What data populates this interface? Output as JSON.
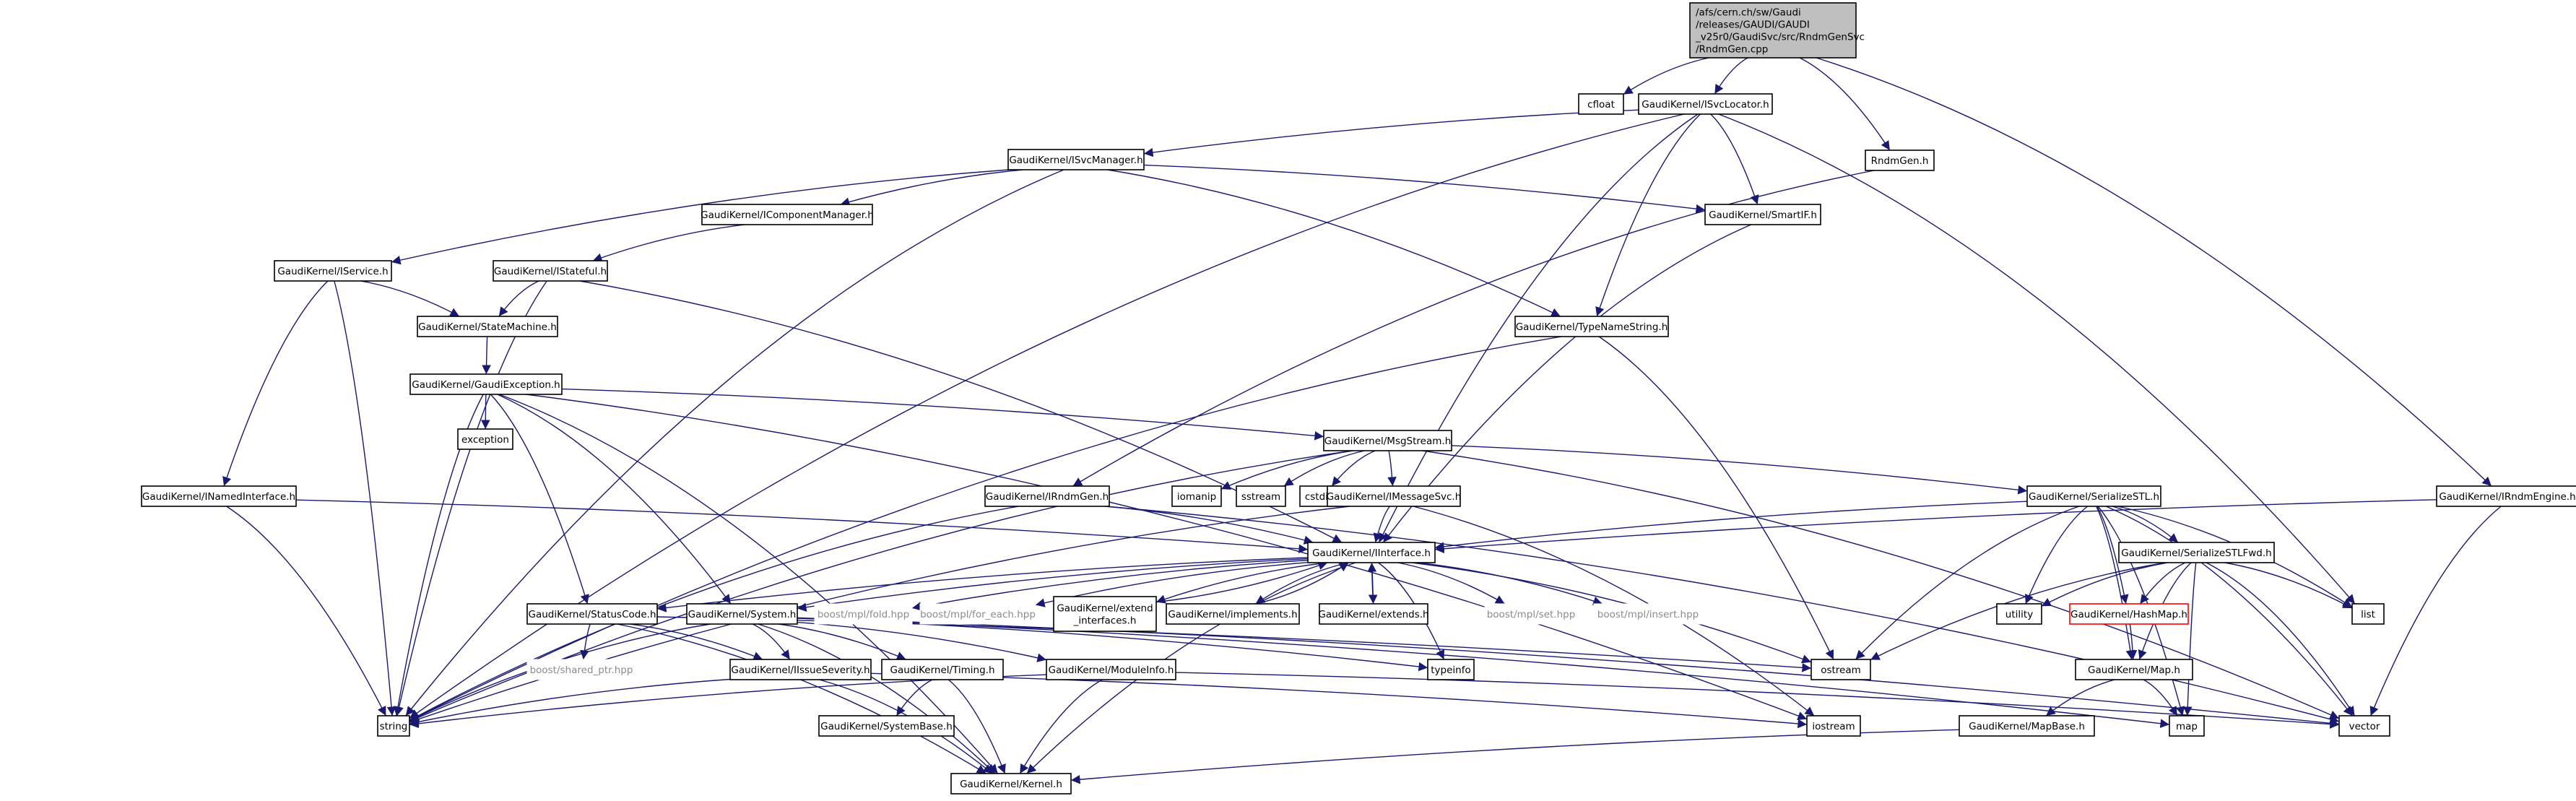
{
  "diagram": {
    "colors": {
      "edge": "#191970",
      "root_fill": "#bfbfbf",
      "node_border": "#000000",
      "missing_border": "#ff0000",
      "external_text": "#8c8c8c"
    },
    "nodes": [
      {
        "id": "root",
        "lines": [
          "/afs/cern.ch/sw/Gaudi",
          "/releases/GAUDI/GAUDI",
          "_v25r0/GaudiSvc/src/RndmGenSvc",
          "/RndmGen.cpp"
        ],
        "style": "root"
      },
      {
        "id": "cfloat",
        "lines": [
          "cfloat"
        ],
        "style": "box"
      },
      {
        "id": "isvclocator",
        "lines": [
          "GaudiKernel/ISvcLocator.h"
        ],
        "style": "box"
      },
      {
        "id": "rndmgen_h",
        "lines": [
          "RndmGen.h"
        ],
        "style": "box"
      },
      {
        "id": "isvcmanager",
        "lines": [
          "GaudiKernel/ISvcManager.h"
        ],
        "style": "box"
      },
      {
        "id": "icomponentmanager",
        "lines": [
          "GaudiKernel/IComponentManager.h"
        ],
        "style": "box"
      },
      {
        "id": "smartif",
        "lines": [
          "GaudiKernel/SmartIF.h"
        ],
        "style": "box"
      },
      {
        "id": "iservice",
        "lines": [
          "GaudiKernel/IService.h"
        ],
        "style": "box"
      },
      {
        "id": "istateful",
        "lines": [
          "GaudiKernel/IStateful.h"
        ],
        "style": "box"
      },
      {
        "id": "statemachine",
        "lines": [
          "GaudiKernel/StateMachine.h"
        ],
        "style": "box"
      },
      {
        "id": "typenamestring",
        "lines": [
          "GaudiKernel/TypeNameString.h"
        ],
        "style": "box"
      },
      {
        "id": "gaudiexception",
        "lines": [
          "GaudiKernel/GaudiException.h"
        ],
        "style": "box"
      },
      {
        "id": "exception",
        "lines": [
          "exception"
        ],
        "style": "box"
      },
      {
        "id": "msgstream",
        "lines": [
          "GaudiKernel/MsgStream.h"
        ],
        "style": "box"
      },
      {
        "id": "inamedinterface",
        "lines": [
          "GaudiKernel/INamedInterface.h"
        ],
        "style": "box"
      },
      {
        "id": "irndmgen",
        "lines": [
          "GaudiKernel/IRndmGen.h"
        ],
        "style": "box"
      },
      {
        "id": "iomanip",
        "lines": [
          "iomanip"
        ],
        "style": "box"
      },
      {
        "id": "sstream",
        "lines": [
          "sstream"
        ],
        "style": "box"
      },
      {
        "id": "cstdio",
        "lines": [
          "cstdio"
        ],
        "style": "box"
      },
      {
        "id": "imessagesvc",
        "lines": [
          "GaudiKernel/IMessageSvc.h"
        ],
        "style": "box"
      },
      {
        "id": "serializestl",
        "lines": [
          "GaudiKernel/SerializeSTL.h"
        ],
        "style": "box"
      },
      {
        "id": "irndmengine",
        "lines": [
          "GaudiKernel/IRndmEngine.h"
        ],
        "style": "box"
      },
      {
        "id": "iinterface",
        "lines": [
          "GaudiKernel/IInterface.h"
        ],
        "style": "box"
      },
      {
        "id": "serializestlfwd",
        "lines": [
          "GaudiKernel/SerializeSTLFwd.h"
        ],
        "style": "box"
      },
      {
        "id": "statuscode",
        "lines": [
          "GaudiKernel/StatusCode.h"
        ],
        "style": "box"
      },
      {
        "id": "system",
        "lines": [
          "GaudiKernel/System.h"
        ],
        "style": "box"
      },
      {
        "id": "mplfold",
        "lines": [
          "boost/mpl/fold.hpp"
        ],
        "style": "ext"
      },
      {
        "id": "mplforeach",
        "lines": [
          "boost/mpl/for_each.hpp"
        ],
        "style": "ext"
      },
      {
        "id": "extendinterfaces",
        "lines": [
          "GaudiKernel/extend",
          "_interfaces.h"
        ],
        "style": "box"
      },
      {
        "id": "implements",
        "lines": [
          "GaudiKernel/implements.h"
        ],
        "style": "box"
      },
      {
        "id": "extends",
        "lines": [
          "GaudiKernel/extends.h"
        ],
        "style": "box"
      },
      {
        "id": "mplset",
        "lines": [
          "boost/mpl/set.hpp"
        ],
        "style": "ext"
      },
      {
        "id": "mplinsert",
        "lines": [
          "boost/mpl/insert.hpp"
        ],
        "style": "ext"
      },
      {
        "id": "utility",
        "lines": [
          "utility"
        ],
        "style": "box"
      },
      {
        "id": "list",
        "lines": [
          "list"
        ],
        "style": "box"
      },
      {
        "id": "hashmap",
        "lines": [
          "GaudiKernel/HashMap.h"
        ],
        "style": "red"
      },
      {
        "id": "sharedptr",
        "lines": [
          "boost/shared_ptr.hpp"
        ],
        "style": "ext"
      },
      {
        "id": "iissueseverity",
        "lines": [
          "GaudiKernel/IIssueSeverity.h"
        ],
        "style": "box"
      },
      {
        "id": "timing",
        "lines": [
          "GaudiKernel/Timing.h"
        ],
        "style": "box"
      },
      {
        "id": "moduleinfo",
        "lines": [
          "GaudiKernel/ModuleInfo.h"
        ],
        "style": "box"
      },
      {
        "id": "typeinfo",
        "lines": [
          "typeinfo"
        ],
        "style": "box"
      },
      {
        "id": "ostream",
        "lines": [
          "ostream"
        ],
        "style": "box"
      },
      {
        "id": "map_h",
        "lines": [
          "GaudiKernel/Map.h"
        ],
        "style": "box"
      },
      {
        "id": "string",
        "lines": [
          "string"
        ],
        "style": "box"
      },
      {
        "id": "systembase",
        "lines": [
          "GaudiKernel/SystemBase.h"
        ],
        "style": "box"
      },
      {
        "id": "iostream",
        "lines": [
          "iostream"
        ],
        "style": "box"
      },
      {
        "id": "mapbase",
        "lines": [
          "GaudiKernel/MapBase.h"
        ],
        "style": "box"
      },
      {
        "id": "map",
        "lines": [
          "map"
        ],
        "style": "box"
      },
      {
        "id": "vector",
        "lines": [
          "vector"
        ],
        "style": "box"
      },
      {
        "id": "kernel",
        "lines": [
          "GaudiKernel/Kernel.h"
        ],
        "style": "box"
      }
    ],
    "edges": [
      [
        "root",
        "cfloat"
      ],
      [
        "root",
        "isvclocator"
      ],
      [
        "root",
        "rndmgen_h"
      ],
      [
        "root",
        "irndmengine"
      ],
      [
        "isvclocator",
        "isvcmanager"
      ],
      [
        "isvclocator",
        "smartif"
      ],
      [
        "isvclocator",
        "typenamestring"
      ],
      [
        "isvclocator",
        "iinterface"
      ],
      [
        "isvclocator",
        "list"
      ],
      [
        "isvclocator",
        "string"
      ],
      [
        "rndmgen_h",
        "irndmgen"
      ],
      [
        "isvcmanager",
        "icomponentmanager"
      ],
      [
        "isvcmanager",
        "smartif"
      ],
      [
        "isvcmanager",
        "iservice"
      ],
      [
        "isvcmanager",
        "typenamestring"
      ],
      [
        "isvcmanager",
        "string"
      ],
      [
        "icomponentmanager",
        "istateful"
      ],
      [
        "smartif",
        "iinterface"
      ],
      [
        "iservice",
        "statemachine"
      ],
      [
        "iservice",
        "inamedinterface"
      ],
      [
        "iservice",
        "string"
      ],
      [
        "istateful",
        "statemachine"
      ],
      [
        "istateful",
        "iinterface"
      ],
      [
        "istateful",
        "string"
      ],
      [
        "statemachine",
        "gaudiexception"
      ],
      [
        "typenamestring",
        "string"
      ],
      [
        "typenamestring",
        "ostream"
      ],
      [
        "gaudiexception",
        "exception"
      ],
      [
        "gaudiexception",
        "msgstream"
      ],
      [
        "gaudiexception",
        "statuscode"
      ],
      [
        "gaudiexception",
        "system"
      ],
      [
        "gaudiexception",
        "string"
      ],
      [
        "gaudiexception",
        "iostream"
      ],
      [
        "gaudiexception",
        "kernel"
      ],
      [
        "msgstream",
        "iomanip"
      ],
      [
        "msgstream",
        "sstream"
      ],
      [
        "msgstream",
        "cstdio"
      ],
      [
        "msgstream",
        "imessagesvc"
      ],
      [
        "msgstream",
        "serializestl"
      ],
      [
        "msgstream",
        "string"
      ],
      [
        "msgstream",
        "vector"
      ],
      [
        "inamedinterface",
        "iinterface"
      ],
      [
        "inamedinterface",
        "string"
      ],
      [
        "irndmgen",
        "iinterface"
      ],
      [
        "irndmgen",
        "vector"
      ],
      [
        "irndmgen",
        "string"
      ],
      [
        "imessagesvc",
        "iinterface"
      ],
      [
        "imessagesvc",
        "iostream"
      ],
      [
        "imessagesvc",
        "string"
      ],
      [
        "serializestl",
        "iinterface"
      ],
      [
        "serializestl",
        "serializestlfwd"
      ],
      [
        "serializestl",
        "utility"
      ],
      [
        "serializestl",
        "list"
      ],
      [
        "serializestl",
        "hashmap"
      ],
      [
        "serializestl",
        "map_h"
      ],
      [
        "serializestl",
        "ostream"
      ],
      [
        "serializestl",
        "map"
      ],
      [
        "serializestl",
        "vector"
      ],
      [
        "irndmengine",
        "iinterface"
      ],
      [
        "irndmengine",
        "vector"
      ],
      [
        "iinterface",
        "statuscode"
      ],
      [
        "iinterface",
        "system"
      ],
      [
        "iinterface",
        "mplfold"
      ],
      [
        "iinterface",
        "mplforeach"
      ],
      [
        "iinterface",
        "extendinterfaces"
      ],
      [
        "iinterface",
        "implements"
      ],
      [
        "iinterface",
        "extends"
      ],
      [
        "iinterface",
        "mplset"
      ],
      [
        "iinterface",
        "mplinsert"
      ],
      [
        "iinterface",
        "typeinfo"
      ],
      [
        "iinterface",
        "ostream"
      ],
      [
        "iinterface",
        "kernel"
      ],
      [
        "extendinterfaces",
        "iinterface"
      ],
      [
        "implements",
        "iinterface"
      ],
      [
        "extends",
        "iinterface"
      ],
      [
        "serializestlfwd",
        "utility"
      ],
      [
        "serializestlfwd",
        "list"
      ],
      [
        "serializestlfwd",
        "hashmap"
      ],
      [
        "serializestlfwd",
        "map_h"
      ],
      [
        "serializestlfwd",
        "ostream"
      ],
      [
        "serializestlfwd",
        "map"
      ],
      [
        "serializestlfwd",
        "vector"
      ],
      [
        "hashmap",
        "map_h"
      ],
      [
        "statuscode",
        "sharedptr"
      ],
      [
        "statuscode",
        "iissueseverity"
      ],
      [
        "statuscode",
        "kernel"
      ],
      [
        "statuscode",
        "ostream"
      ],
      [
        "system",
        "iissueseverity"
      ],
      [
        "system",
        "timing"
      ],
      [
        "system",
        "moduleinfo"
      ],
      [
        "system",
        "typeinfo"
      ],
      [
        "system",
        "string"
      ],
      [
        "system",
        "kernel"
      ],
      [
        "system",
        "map"
      ],
      [
        "system",
        "vector"
      ],
      [
        "iissueseverity",
        "string"
      ],
      [
        "iissueseverity",
        "kernel"
      ],
      [
        "iissueseverity",
        "iostream"
      ],
      [
        "timing",
        "systembase"
      ],
      [
        "timing",
        "kernel"
      ],
      [
        "moduleinfo",
        "string"
      ],
      [
        "moduleinfo",
        "kernel"
      ],
      [
        "moduleinfo",
        "vector"
      ],
      [
        "map_h",
        "mapbase"
      ],
      [
        "map_h",
        "map"
      ],
      [
        "mapbase",
        "kernel"
      ]
    ]
  }
}
